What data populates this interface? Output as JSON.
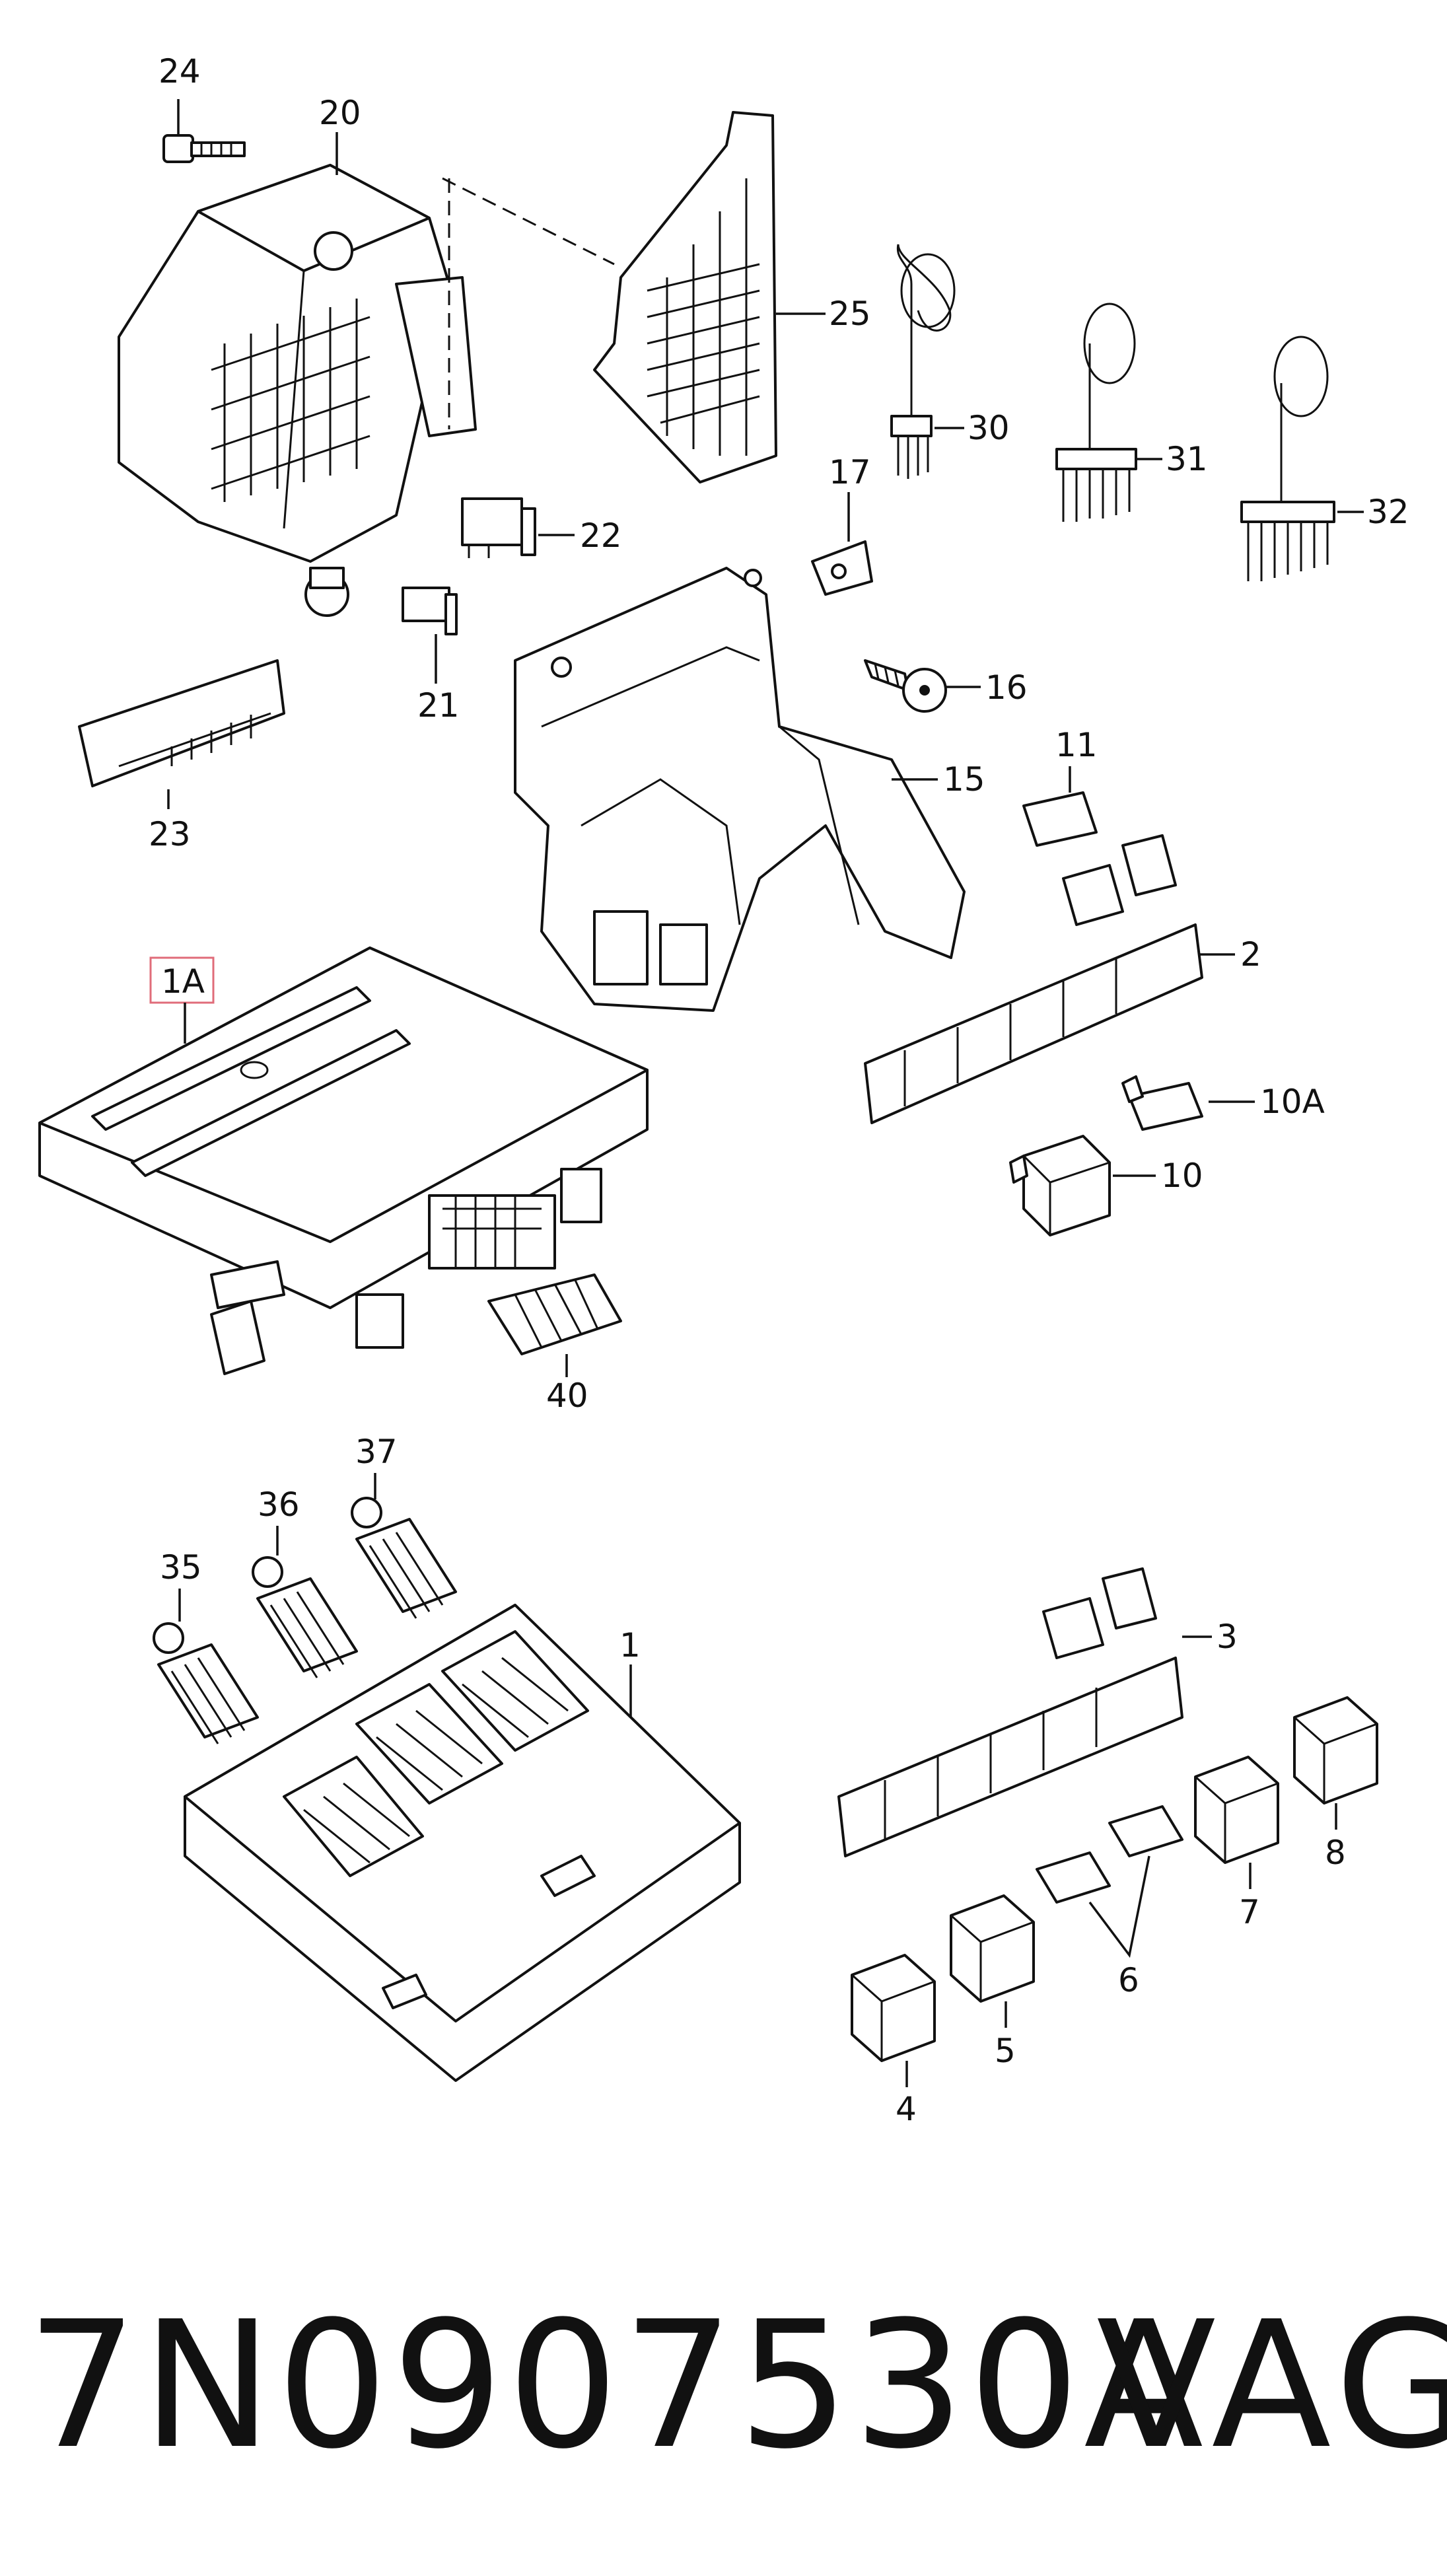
{
  "labels": {
    "p24": "24",
    "p20": "20",
    "p25": "25",
    "p30": "30",
    "p31": "31",
    "p32": "32",
    "p17": "17",
    "p22": "22",
    "p21": "21",
    "p16": "16",
    "p15": "15",
    "p23": "23",
    "p11": "11",
    "p2": "2",
    "p1A": "1A",
    "p10A": "10A",
    "p10": "10",
    "p40": "40",
    "p37": "37",
    "p36": "36",
    "p35": "35",
    "p1": "1",
    "p3": "3",
    "p8": "8",
    "p7": "7",
    "p6": "6",
    "p5": "5",
    "p4": "4"
  },
  "highlight_color": "#e06c7a",
  "footer": {
    "part_number": "7N0907530A",
    "brand": "VAG"
  }
}
